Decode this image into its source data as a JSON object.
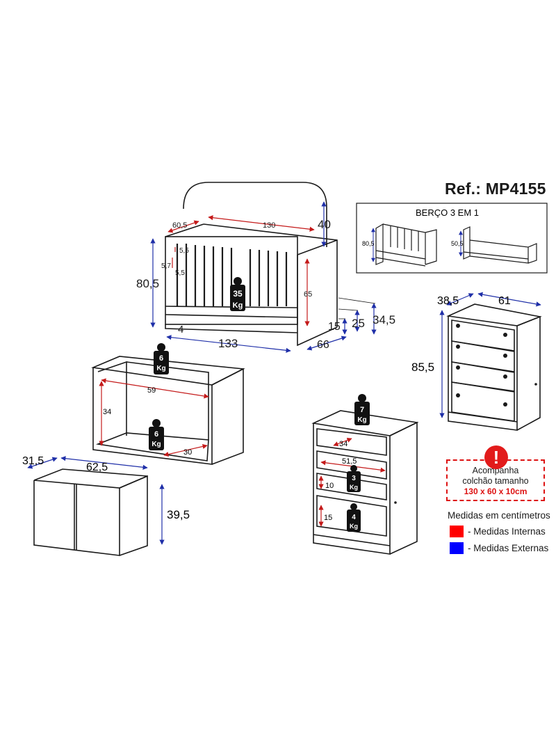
{
  "reference": "Ref.: MP4155",
  "crib": {
    "title": "BERÇO 3 EM 1",
    "dims": {
      "depth": "60,5",
      "inner_length": "130",
      "headboard": "40",
      "height": "80,5",
      "slat_a": "5,7",
      "slat_b": "5,5",
      "slat_c": "5,5",
      "inner_height": "65",
      "drawer_h": "15",
      "drawer_h2": "25",
      "drawer_h3": "34,5",
      "base_offset": "4",
      "length": "133",
      "width": "66"
    },
    "load": {
      "value": "35",
      "unit": "Kg"
    },
    "mini_left": "80,5",
    "mini_right": "50,5"
  },
  "dresser": {
    "depth": "38,5",
    "width": "61",
    "height": "85,5"
  },
  "nightstand": {
    "inner_width": "59",
    "inner_height": "34",
    "shelf_depth": "30",
    "load_top": {
      "value": "6",
      "unit": "Kg"
    },
    "load_shelf": {
      "value": "6",
      "unit": "Kg"
    }
  },
  "cabinet": {
    "depth": "31,5",
    "width": "62,5",
    "height": "39,5"
  },
  "chest": {
    "drawer_depth": "34",
    "drawer_width": "51,5",
    "drawer_h": "10",
    "bottom_h": "15",
    "load_top": {
      "value": "7",
      "unit": "Kg"
    },
    "load_mid": {
      "value": "3",
      "unit": "Kg"
    },
    "load_bottom": {
      "value": "4",
      "unit": "Kg"
    }
  },
  "warning": {
    "line1": "Acompanha",
    "line2": "colchão tamanho",
    "line3": "130 x 60 x 10cm"
  },
  "legend": {
    "title": "Medidas em centímetros",
    "internal": "- Medidas Internas",
    "external": "- Medidas Externas",
    "internal_color": "#ff0000",
    "external_color": "#0000ff"
  },
  "icons": {
    "warning": "exclamation-icon",
    "weight": "weight-icon"
  }
}
